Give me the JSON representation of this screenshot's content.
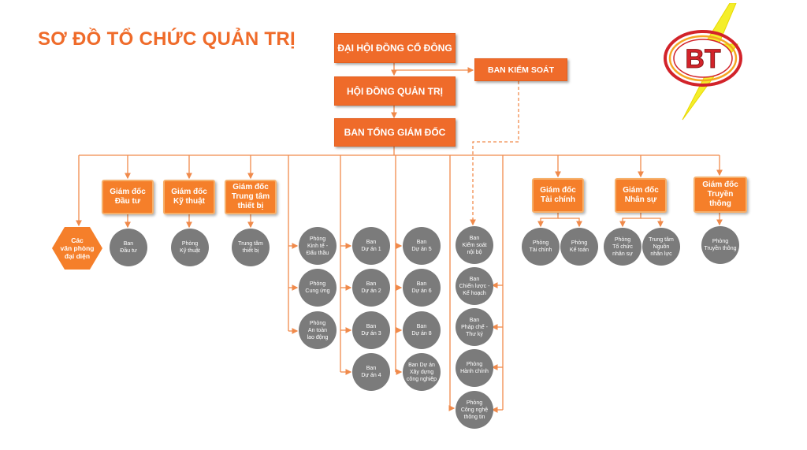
{
  "title": "SƠ ĐỒ TỔ CHỨC QUẢN TRỊ",
  "logo": {
    "text": "BT",
    "colors": {
      "ring": "#d2232a",
      "ring2": "#f5a623",
      "text": "#d2232a",
      "bolt": "#f4ee2a"
    }
  },
  "colors": {
    "orange": "#ef6b2a",
    "gray": "#7b7b7b",
    "line": "#f08a4b"
  },
  "top": {
    "dhcd": "ĐẠI HỘI ĐỒNG CỔ ĐÔNG",
    "bks": "BAN KIỂM SOÁT",
    "hdqt": "HỘI ĐỒNG QUẢN TRỊ",
    "btgd": "BAN TỔNG GIÁM ĐỐC"
  },
  "directors": {
    "dau_tu": "Giám đốc\nĐầu tư",
    "ky_thuat": "Giám đốc\nKỹ thuật",
    "trung_tam": "Giám đốc\nTrung tâm\nthiết bị",
    "tai_chinh": "Giám đốc\nTài chính",
    "nhan_su": "Giám đốc\nNhân sự",
    "truyen_thong": "Giám đốc\nTruyền thông"
  },
  "rep_office": "Các\nvăn phòng\nđại diện",
  "units": {
    "ban_dau_tu": "Ban\nĐầu tư",
    "phong_ky_thuat": "Phòng\nKỹ thuật",
    "trung_tam_thiet_bi": "Trung tâm\nthiết bị",
    "phong_kinh_te": "Phòng\nKinh tế -\nĐấu thầu",
    "phong_cung_ung": "Phòng\nCung ứng",
    "phong_an_toan": "Phòng\nAn toàn\nlao động",
    "du_an_1": "Ban\nDự án 1",
    "du_an_2": "Ban\nDự án 2",
    "du_an_3": "Ban\nDự án 3",
    "du_an_4": "Ban\nDự án 4",
    "du_an_5": "Ban\nDự án 5",
    "du_an_6": "Ban\nDự án 6",
    "du_an_8": "Ban\nDự án 8",
    "du_an_xay_dung": "Ban Dự án\nXây dựng\ncông nghiệp",
    "kiem_soat_noi_bo": "Ban\nKiểm soát\nnội bộ",
    "chien_luoc": "Ban\nChiến lược -\nKế hoạch",
    "phap_che": "Ban\nPháp chế -\nThư ký",
    "hanh_chinh": "Phòng\nHành chính",
    "cntt": "Phòng\nCông nghệ\nthông tin",
    "tai_chinh": "Phòng\nTài chính",
    "ke_toan": "Phòng\nKế toán",
    "to_chuc": "Phòng\nTổ chức\nnhân sự",
    "nguon_nhan_luc": "Trung tâm\nNguồn\nnhân lực",
    "truyen_thong": "Phòng\nTruyền thông"
  }
}
